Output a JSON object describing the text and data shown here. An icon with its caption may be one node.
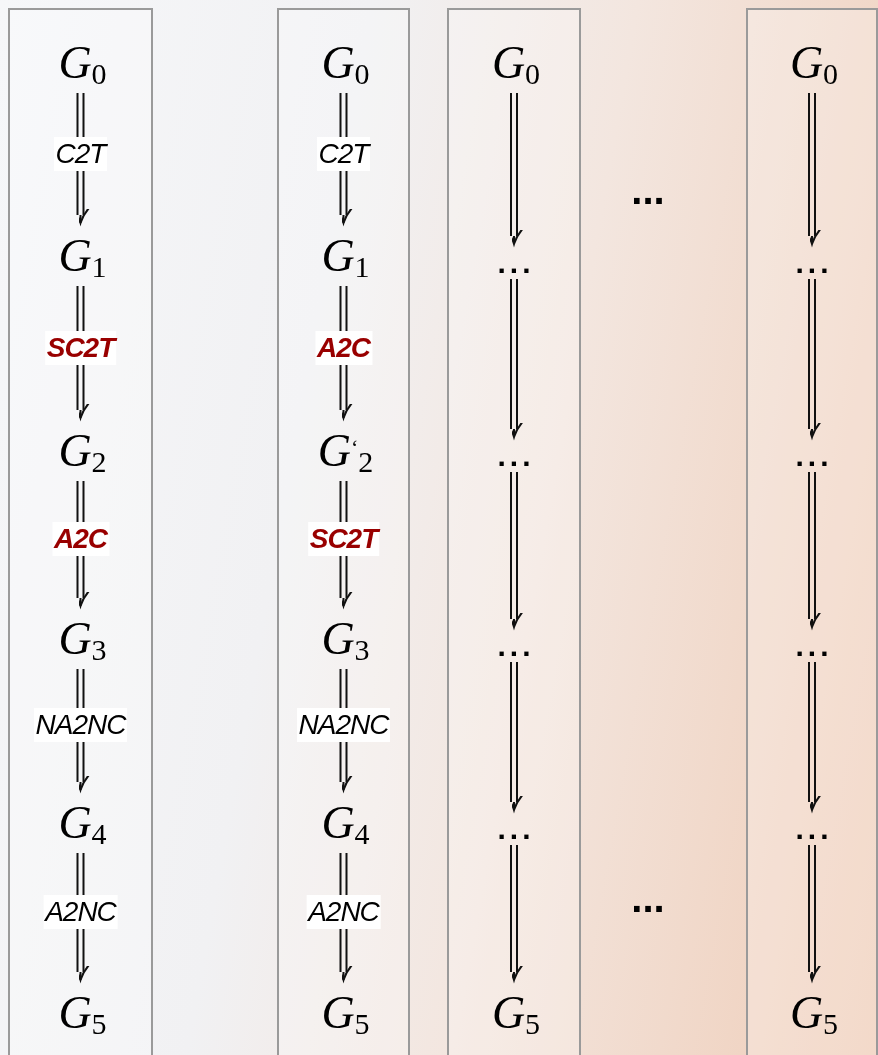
{
  "diagram": {
    "nodes": [
      {
        "text": [],
        "shape": "box"
      },
      {
        "text": [
          "G$_{0}$"
        ],
        "in": 0
      },
      {
        "text": [
          "G$_{1}$"
        ],
        "in": 0
      },
      {
        "text": [
          "G$_{2}$"
        ],
        "in": 0
      },
      {
        "text": [
          "G$_{3}$"
        ],
        "in": 0
      },
      {
        "text": [
          "G$_{4}$"
        ],
        "in": 0
      },
      {
        "text": [
          "G$_{5}$"
        ],
        "in": 0
      },
      {
        "text": [],
        "shape": "box"
      },
      {
        "text": [
          "G$_{0}$"
        ],
        "in": 7
      },
      {
        "text": [
          "G$_{1}$"
        ],
        "in": 7
      },
      {
        "text": [
          "G$^{‘}$$_{2}$"
        ],
        "in": 7
      },
      {
        "text": [
          "G$_{3}$"
        ],
        "in": 7
      },
      {
        "text": [
          "G$_{4}$"
        ],
        "in": 7
      },
      {
        "text": [
          "G$_{5}$"
        ],
        "in": 7
      },
      {
        "text": [],
        "shape": "box"
      },
      {
        "text": [
          "G$_{0}$"
        ],
        "in": 14
      },
      {
        "text": [
          "..."
        ],
        "in": 14
      },
      {
        "text": [
          "..."
        ],
        "in": 14
      },
      {
        "text": [
          "..."
        ],
        "in": 14
      },
      {
        "text": [
          "..."
        ],
        "in": 14
      },
      {
        "text": [
          "G$_{5}$"
        ],
        "in": 14
      },
      {
        "text": [],
        "shape": "box"
      },
      {
        "text": [
          "G$_{0}$"
        ],
        "in": 21
      },
      {
        "text": [
          "..."
        ],
        "in": 21
      },
      {
        "text": [
          "..."
        ],
        "in": 21
      },
      {
        "text": [
          "..."
        ],
        "in": 21
      },
      {
        "text": [
          "..."
        ],
        "in": 21
      },
      {
        "text": [
          "G$_{5}$"
        ],
        "in": 21
      }
    ],
    "edges": [
      {
        "from": 1,
        "to": 2,
        "arrow": "to",
        "label": "C2T"
      },
      {
        "from": 2,
        "to": 3,
        "arrow": "to",
        "label": "**SC2T**"
      },
      {
        "from": 3,
        "to": 4,
        "arrow": "to",
        "label": "**A2C**"
      },
      {
        "from": 4,
        "to": 5,
        "arrow": "to",
        "label": "NA2NC"
      },
      {
        "from": 5,
        "to": 6,
        "arrow": "to",
        "label": "A2NC"
      },
      {
        "from": 8,
        "to": 9,
        "arrow": "to",
        "label": "C2T"
      },
      {
        "from": 9,
        "to": 10,
        "arrow": "to",
        "label": "**A2C**"
      },
      {
        "from": 10,
        "to": 11,
        "arrow": "to",
        "label": "**SC2T**"
      },
      {
        "from": 11,
        "to": 12,
        "arrow": "to",
        "label": "NA2NC"
      },
      {
        "from": 12,
        "to": 13,
        "arrow": "to",
        "label": "A2NC"
      },
      {
        "from": 15,
        "to": 16,
        "arrow": "to"
      },
      {
        "from": 16,
        "to": 17,
        "arrow": "to"
      },
      {
        "from": 17,
        "to": 18,
        "arrow": "to"
      },
      {
        "from": 18,
        "to": 19,
        "arrow": "to"
      },
      {
        "from": 19,
        "to": 20,
        "arrow": "to"
      },
      {
        "from": 22,
        "to": 23,
        "arrow": "to"
      },
      {
        "from": 23,
        "to": 24,
        "arrow": "to"
      },
      {
        "from": 24,
        "to": 25,
        "arrow": "to"
      },
      {
        "from": 25,
        "to": 26,
        "arrow": "to"
      },
      {
        "from": 26,
        "to": 27,
        "arrow": "to"
      }
    ],
    "labels": [
      "...",
      "..."
    ]
  }
}
